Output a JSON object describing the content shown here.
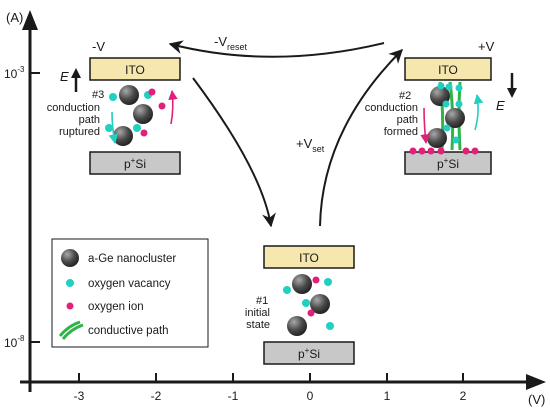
{
  "axes": {
    "y_unit": "(A)",
    "x_unit": "(V)",
    "y_ticks": [
      {
        "base": "10",
        "exp": "-3"
      },
      {
        "base": "10",
        "exp": "-8"
      }
    ],
    "x_ticks": [
      "-3",
      "-2",
      "-1",
      "0",
      "1",
      "2"
    ]
  },
  "arrows": {
    "reset_label": "-V",
    "reset_sub": "reset",
    "set_label": "+V",
    "set_sub": "set"
  },
  "panels": {
    "left": {
      "voltage": "-V",
      "field": "E",
      "top_layer": "ITO",
      "bottom_layer_pre": "p",
      "bottom_layer_sup": "+",
      "bottom_layer_post": "Si",
      "state_no": "#3",
      "state_lines": [
        "conduction",
        "path",
        "ruptured"
      ]
    },
    "right": {
      "voltage": "+V",
      "field": "E",
      "top_layer": "ITO",
      "bottom_layer_pre": "p",
      "bottom_layer_sup": "+",
      "bottom_layer_post": "Si",
      "state_no": "#2",
      "state_lines": [
        "conduction",
        "path",
        "formed"
      ]
    },
    "bottom": {
      "top_layer": "ITO",
      "bottom_layer_pre": "p",
      "bottom_layer_sup": "+",
      "bottom_layer_post": "Si",
      "state_no": "#1",
      "state_lines": [
        "initial",
        "state"
      ]
    }
  },
  "legend": {
    "items": [
      {
        "label": "a-Ge nanocluster",
        "icon": "nanocluster-icon"
      },
      {
        "label": "oxygen vacancy",
        "icon": "vacancy-icon"
      },
      {
        "label": "oxygen ion",
        "icon": "ion-icon"
      },
      {
        "label": "conductive path",
        "icon": "path-icon"
      }
    ]
  },
  "colors": {
    "ito_fill": "#f5e7ae",
    "si_fill": "#c8c8c8",
    "vacancy": "#22cfc3",
    "ion": "#e2207a",
    "path": "#2fb44a",
    "cluster_dark": "#2a2a2a",
    "cluster_light": "#9a9a9a"
  }
}
